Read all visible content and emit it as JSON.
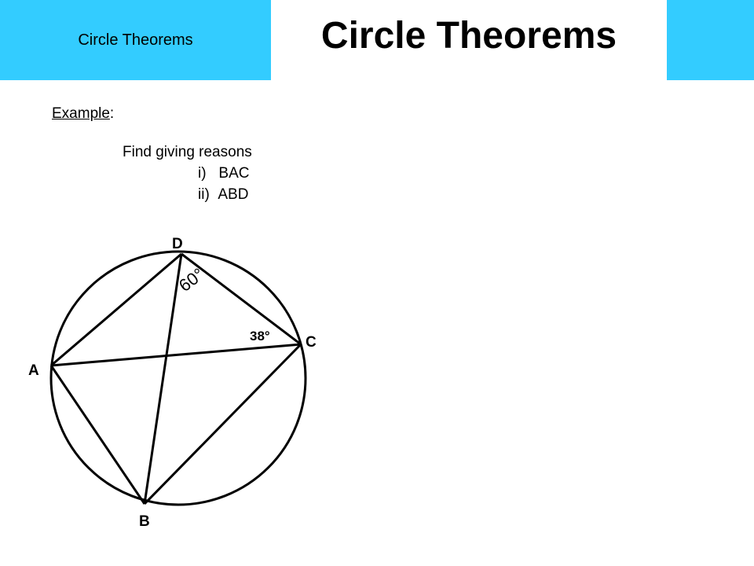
{
  "header": {
    "left_label": "Circle Theorems",
    "title": "Circle Theorems",
    "accent_color": "#33ccff"
  },
  "content": {
    "example_word": "Example",
    "example_suffix": ":",
    "instruction": "Find giving reasons",
    "parts": [
      {
        "number": "i)",
        "text": "BAC"
      },
      {
        "number": "ii)",
        "text": "ABD"
      }
    ]
  },
  "diagram": {
    "points": {
      "A": "A",
      "B": "B",
      "C": "C",
      "D": "D"
    },
    "angles": {
      "at_D": "60°",
      "at_C": "38°"
    }
  }
}
